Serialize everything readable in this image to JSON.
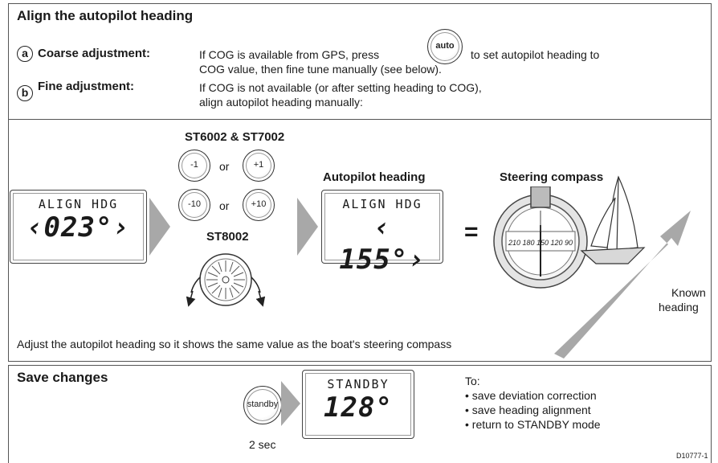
{
  "section1": {
    "title": "Align the autopilot heading",
    "a_marker": "a",
    "a_label": "Coarse adjustment:",
    "a_text_1": "If COG is available from  GPS, press",
    "a_text_2": "to set autopilot heading to",
    "a_text_3": "COG value, then fine tune manually (see below).",
    "auto_button": "auto",
    "b_marker": "b",
    "b_label": "Fine adjustment:",
    "b_text_1": "If COG is not available (or after setting heading to COG),",
    "b_text_2": "align autopilot heading manually:",
    "model_label_1": "ST6002 & ST7002",
    "model_label_2": "ST8002",
    "btn_minus1": "-1",
    "btn_plus1": "+1",
    "btn_minus10": "-10",
    "btn_plus10": "+10",
    "or_1": "or",
    "or_2": "or",
    "lcd_left_top": "ALIGN HDG",
    "lcd_left_value": "‹023°›",
    "autopilot_label": "Autopilot heading",
    "lcd_mid_top": "ALIGN HDG",
    "lcd_mid_value": "‹ 155°›",
    "equals": "=",
    "compass_label": "Steering compass",
    "compass_scale": "210 180 150 120 90",
    "known_heading_1": "Known",
    "known_heading_2": "heading",
    "instruction": "Adjust the autopilot heading so it shows the same value as the boat's steering compass"
  },
  "section2": {
    "title": "Save changes",
    "standby_button": "standby",
    "duration": "2 sec",
    "lcd_top": "STANDBY",
    "lcd_value": "128°",
    "to_label": "To:",
    "items": [
      "• save deviation correction",
      "• save heading alignment",
      "• return to STANDBY mode"
    ]
  },
  "figure_id": "D10777-1"
}
